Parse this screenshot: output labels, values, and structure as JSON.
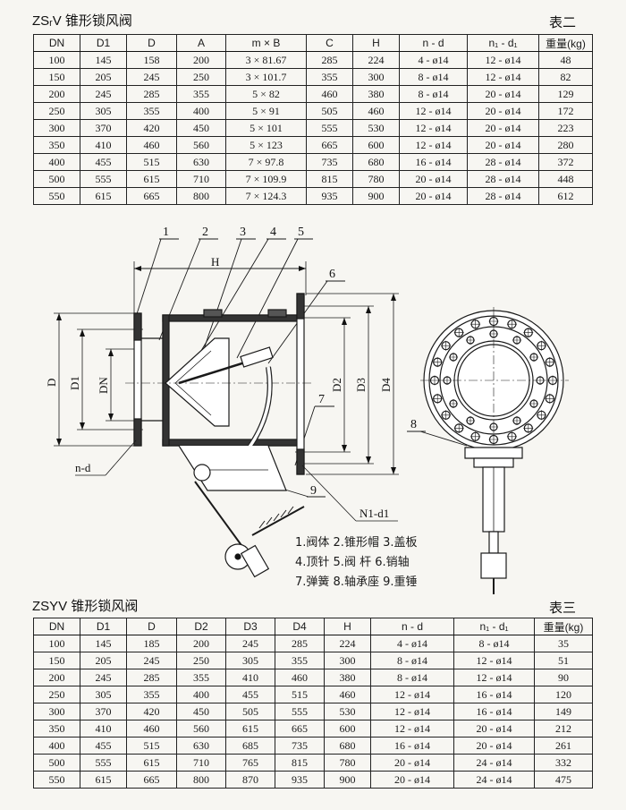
{
  "table2": {
    "title": "ZSᵣV 锥形锁风阀",
    "label": "表二",
    "headers": [
      "DN",
      "D1",
      "D",
      "A",
      "m × B",
      "C",
      "H",
      "n - d",
      "n₁ - d₁",
      "重量(kg)"
    ],
    "rows": [
      [
        "100",
        "145",
        "158",
        "200",
        "3 × 81.67",
        "285",
        "224",
        "4 - ø14",
        "12 - ø14",
        "48"
      ],
      [
        "150",
        "205",
        "245",
        "250",
        "3 × 101.7",
        "355",
        "300",
        "8 - ø14",
        "12 - ø14",
        "82"
      ],
      [
        "200",
        "245",
        "285",
        "355",
        "5 × 82",
        "460",
        "380",
        "8 - ø14",
        "20 - ø14",
        "129"
      ],
      [
        "250",
        "305",
        "355",
        "400",
        "5 × 91",
        "505",
        "460",
        "12 - ø14",
        "20 - ø14",
        "172"
      ],
      [
        "300",
        "370",
        "420",
        "450",
        "5 × 101",
        "555",
        "530",
        "12 - ø14",
        "20 - ø14",
        "223"
      ],
      [
        "350",
        "410",
        "460",
        "560",
        "5 × 123",
        "665",
        "600",
        "12 - ø14",
        "20 - ø14",
        "280"
      ],
      [
        "400",
        "455",
        "515",
        "630",
        "7 × 97.8",
        "735",
        "680",
        "16 - ø14",
        "28 - ø14",
        "372"
      ],
      [
        "500",
        "555",
        "615",
        "710",
        "7 × 109.9",
        "815",
        "780",
        "20 - ø14",
        "28 - ø14",
        "448"
      ],
      [
        "550",
        "615",
        "665",
        "800",
        "7 × 124.3",
        "935",
        "900",
        "20 - ø14",
        "28 - ø14",
        "612"
      ]
    ]
  },
  "drawing": {
    "callouts": [
      "1",
      "2",
      "3",
      "4",
      "5",
      "6",
      "7",
      "8",
      "9"
    ],
    "dims": {
      "H": "H",
      "D": "D",
      "D1": "D1",
      "DN": "DN",
      "D2": "D2",
      "D3": "D3",
      "D4": "D4",
      "nd": "n-d",
      "N1d1": "N1-d1"
    },
    "legend": [
      "1.阀体 2.锥形帽 3.盖板",
      "4.顶针 5.阀  杆 6.销轴",
      "7.弹簧 8.轴承座 9.重锤"
    ]
  },
  "table3": {
    "title": "ZSYV 锥形锁风阀",
    "label": "表三",
    "headers": [
      "DN",
      "D1",
      "D",
      "D2",
      "D3",
      "D4",
      "H",
      "n - d",
      "n₁ - d₁",
      "重量(kg)"
    ],
    "rows": [
      [
        "100",
        "145",
        "185",
        "200",
        "245",
        "285",
        "224",
        "4 - ø14",
        "8 - ø14",
        "35"
      ],
      [
        "150",
        "205",
        "245",
        "250",
        "305",
        "355",
        "300",
        "8 - ø14",
        "12 - ø14",
        "51"
      ],
      [
        "200",
        "245",
        "285",
        "355",
        "410",
        "460",
        "380",
        "8 - ø14",
        "12 - ø14",
        "90"
      ],
      [
        "250",
        "305",
        "355",
        "400",
        "455",
        "515",
        "460",
        "12 - ø14",
        "16 - ø14",
        "120"
      ],
      [
        "300",
        "370",
        "420",
        "450",
        "505",
        "555",
        "530",
        "12 - ø14",
        "16 - ø14",
        "149"
      ],
      [
        "350",
        "410",
        "460",
        "560",
        "615",
        "665",
        "600",
        "12 - ø14",
        "20 - ø14",
        "212"
      ],
      [
        "400",
        "455",
        "515",
        "630",
        "685",
        "735",
        "680",
        "16 - ø14",
        "20 - ø14",
        "261"
      ],
      [
        "500",
        "555",
        "615",
        "710",
        "765",
        "815",
        "780",
        "20 - ø14",
        "24 - ø14",
        "332"
      ],
      [
        "550",
        "615",
        "665",
        "800",
        "870",
        "935",
        "900",
        "20 - ø14",
        "24 - ø14",
        "475"
      ]
    ]
  }
}
